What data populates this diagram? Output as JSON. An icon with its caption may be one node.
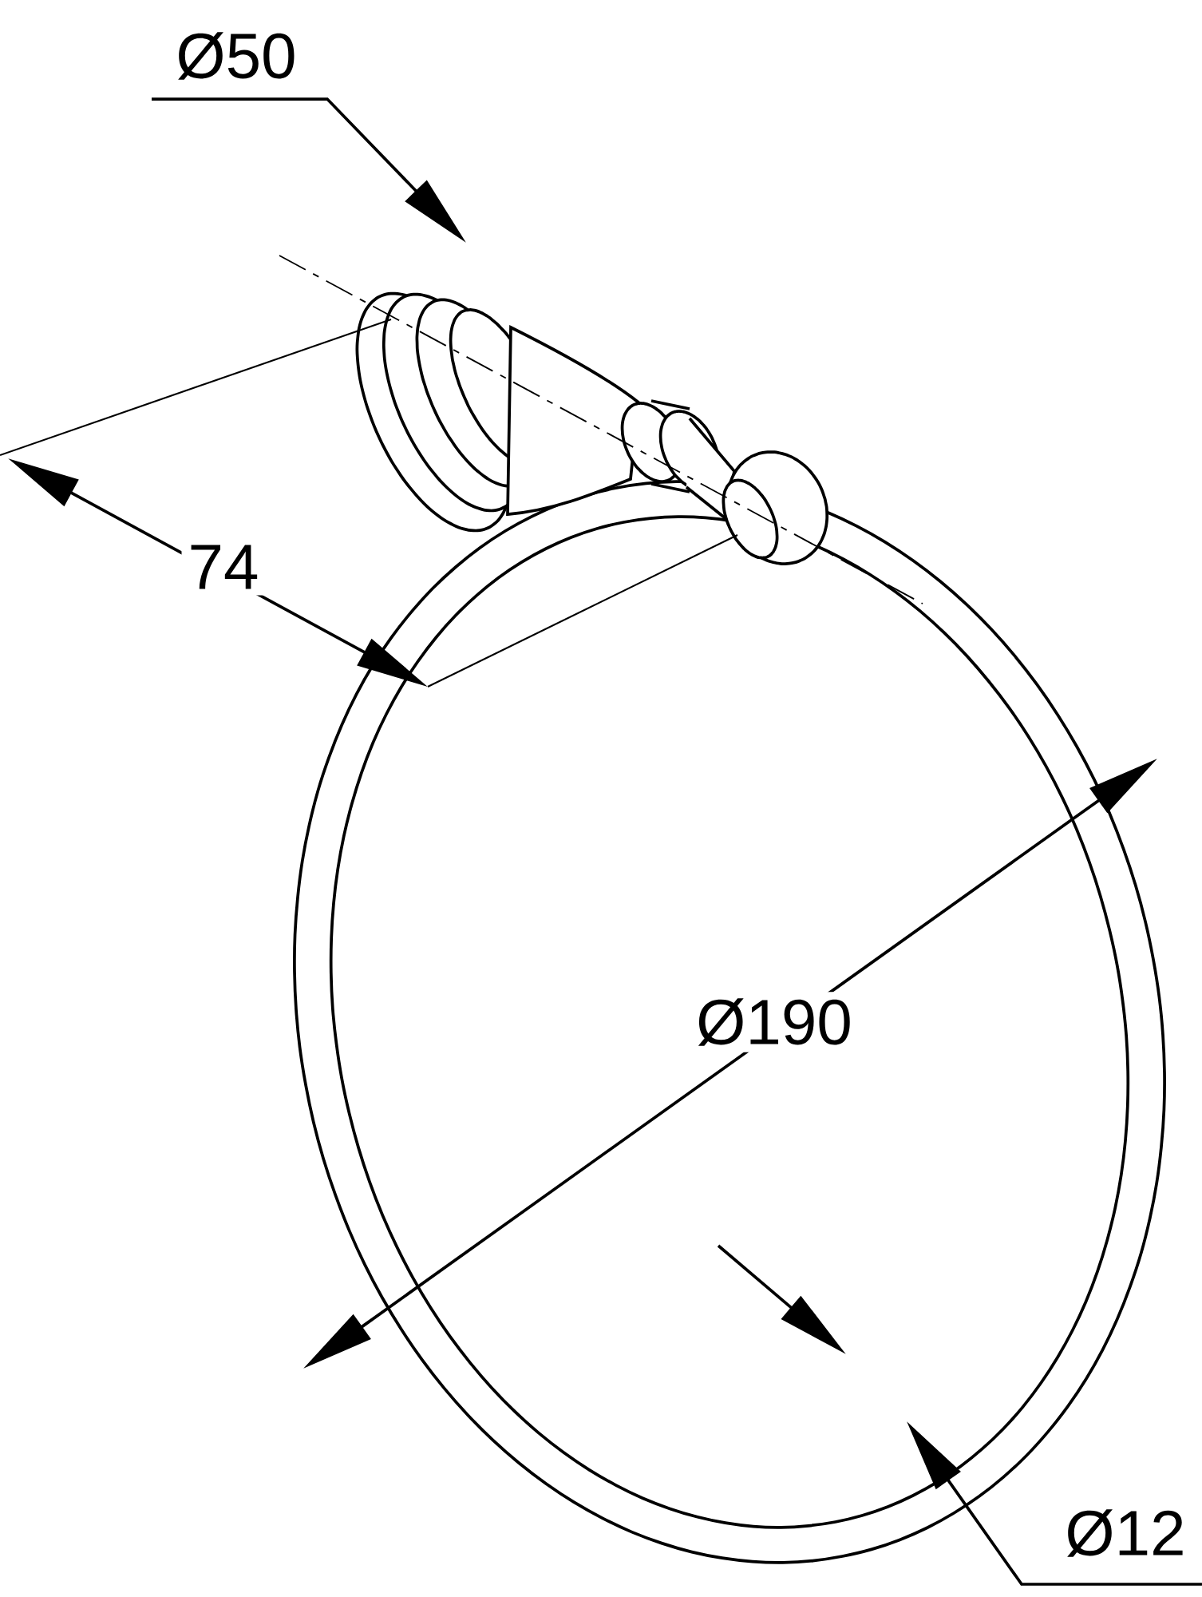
{
  "diagram": {
    "labels": [
      "Ø50",
      "74",
      "Ø190",
      "Ø12"
    ]
  }
}
